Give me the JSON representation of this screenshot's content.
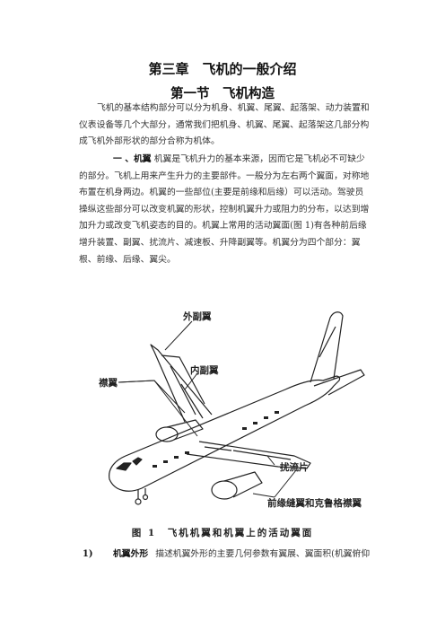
{
  "chapter_title": "第三章　飞机的一般介绍",
  "section_title": "第一节　飞机构造",
  "intro_paragraph": "飞机的基本结构部分可以分为机身、机翼、尾翼、起落架、动力装置和仪表设备等几个大部分，通常我们把机身、机翼、尾翼、起落架这几部分构成飞机外部形状的部分合称为机体。",
  "wing_section": {
    "lead": "一 、机翼",
    "text": "机翼是飞机升力的基本来源，因而它是飞机必不可缺少的部分。飞机上用来产生升力的主要部件。一般分为左右两个翼面，对称地布置在机身两边。机翼的一些部位(主要是前缘和后缘）可以活动。驾驶员操纵这些部分可以改变机翼的形状，控制机翼升力或阻力的分布，以达到增加升力或改变飞机姿态的目的。机翼上常用的活动翼面(图 1)有各种前后缘增升装置、副翼、扰流片、减速板、升降副翼等。机翼分为四个部分：翼根、前缘、后缘、翼尖。"
  },
  "figure": {
    "labels": {
      "outer_aileron": "外副翼",
      "inner_aileron": "内副翼",
      "flap": "襟翼",
      "spoiler": "扰流片",
      "slat_krueger": "前缘缝翼和克鲁格襟翼"
    },
    "caption": "图 1　飞机机翼和机翼上的活动翼面"
  },
  "list_item": {
    "number": "1)",
    "term": "机翼外形",
    "text": "描述机翼外形的主要几何参数有翼展、翼面积(机翼俯仰"
  }
}
